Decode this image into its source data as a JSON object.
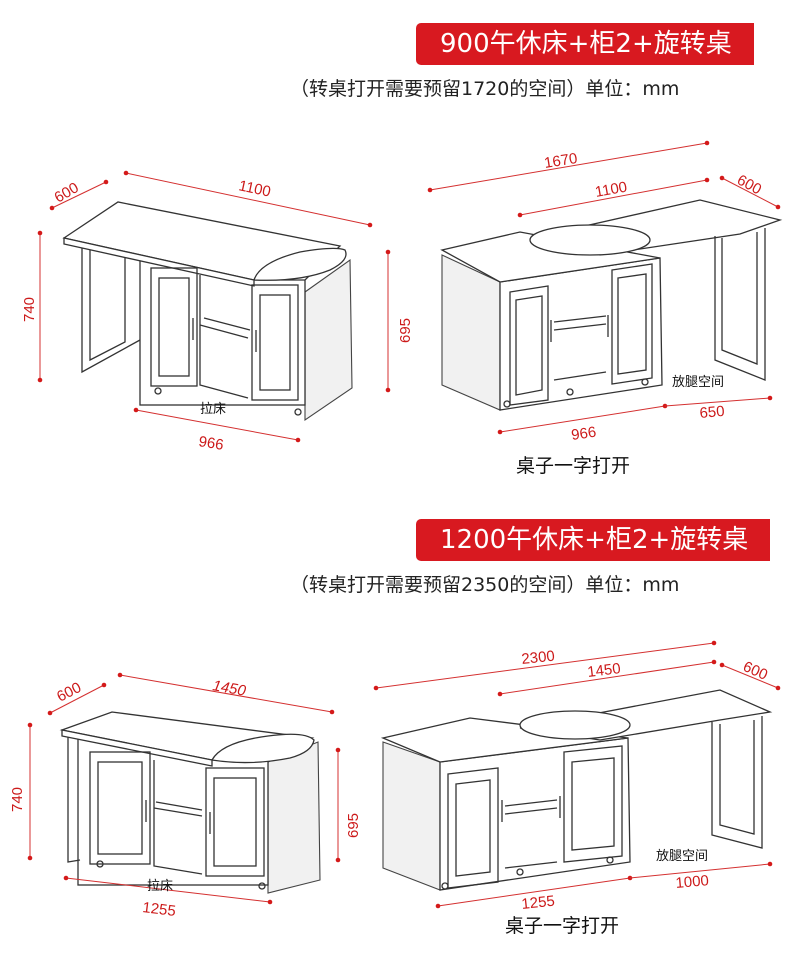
{
  "section1": {
    "banner": "900午休床+柜2+旋转桌",
    "subtitle": "（转桌打开需要预留1720的空间）单位：mm",
    "closed": {
      "depth": "600",
      "length": "1100",
      "height": "740",
      "cabinet_height": "695",
      "base_width": "966",
      "bed_label": "拉床"
    },
    "open": {
      "total": "1670",
      "length": "1100",
      "depth": "600",
      "base_width": "966",
      "leg_space_width": "650",
      "leg_space_label": "放腿空间",
      "caption": "桌子一字打开"
    }
  },
  "section2": {
    "banner": "1200午休床+柜2+旋转桌",
    "subtitle": "（转桌打开需要预留2350的空间）单位：mm",
    "closed": {
      "depth": "600",
      "length": "1450",
      "height": "740",
      "cabinet_height": "695",
      "base_width": "1255",
      "bed_label": "拉床"
    },
    "open": {
      "total": "2300",
      "length": "1450",
      "depth": "600",
      "base_width": "1255",
      "leg_space_width": "1000",
      "leg_space_label": "放腿空间",
      "caption": "桌子一字打开"
    }
  },
  "colors": {
    "accent": "#d81920",
    "dimension": "#cc1a1a",
    "line": "#333333"
  }
}
